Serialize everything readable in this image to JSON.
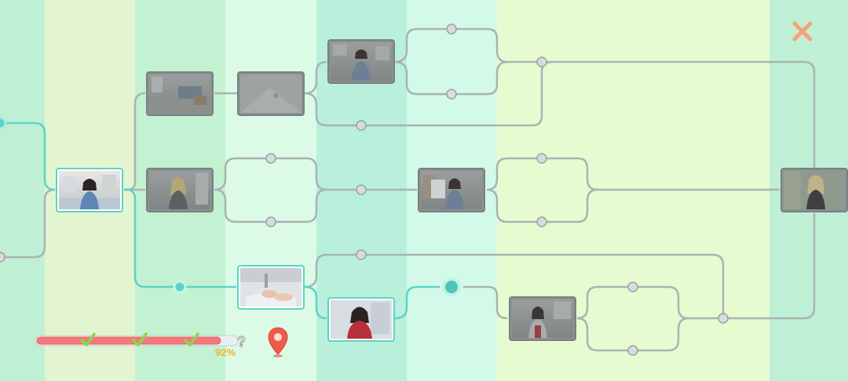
{
  "ui": {
    "close_icon": "close-x-icon",
    "progress_percent": "92%",
    "progress_value": 0.92,
    "progress_unknown_mark": "?",
    "location_icon": "map-pin-icon"
  },
  "colors": {
    "band_mint": "#bff0d6",
    "band_cream": "#e3f5d0",
    "band_green": "#c2f2d2",
    "band_pale": "#dcfbe7",
    "band_aqua": "#b8f0dc",
    "band_ice": "#d3fae9",
    "band_lime": "#e6fcd0",
    "path_active": "#5dd3c7",
    "path_locked": "#a9b3b3",
    "progress_fill": "#f37a7a",
    "check": "#86d94a",
    "pct_text": "#f2b233",
    "close": "#f6a27c",
    "pin": "#ef5a4a"
  },
  "story_map": {
    "scenes": [
      {
        "name": "scene-intro-woman-denim",
        "state": "visited"
      },
      {
        "name": "scene-living-room",
        "state": "locked"
      },
      {
        "name": "scene-blurry-hallway",
        "state": "locked"
      },
      {
        "name": "scene-woman-in-office",
        "state": "locked"
      },
      {
        "name": "scene-blonde-woman",
        "state": "locked"
      },
      {
        "name": "scene-woman-holding-paper",
        "state": "locked"
      },
      {
        "name": "scene-final-blonde",
        "state": "locked"
      },
      {
        "name": "scene-washing-hands",
        "state": "visited"
      },
      {
        "name": "scene-woman-red-top",
        "state": "visited"
      },
      {
        "name": "scene-woman-in-kitchen",
        "state": "locked"
      }
    ],
    "checkpoints_completed": 3
  }
}
